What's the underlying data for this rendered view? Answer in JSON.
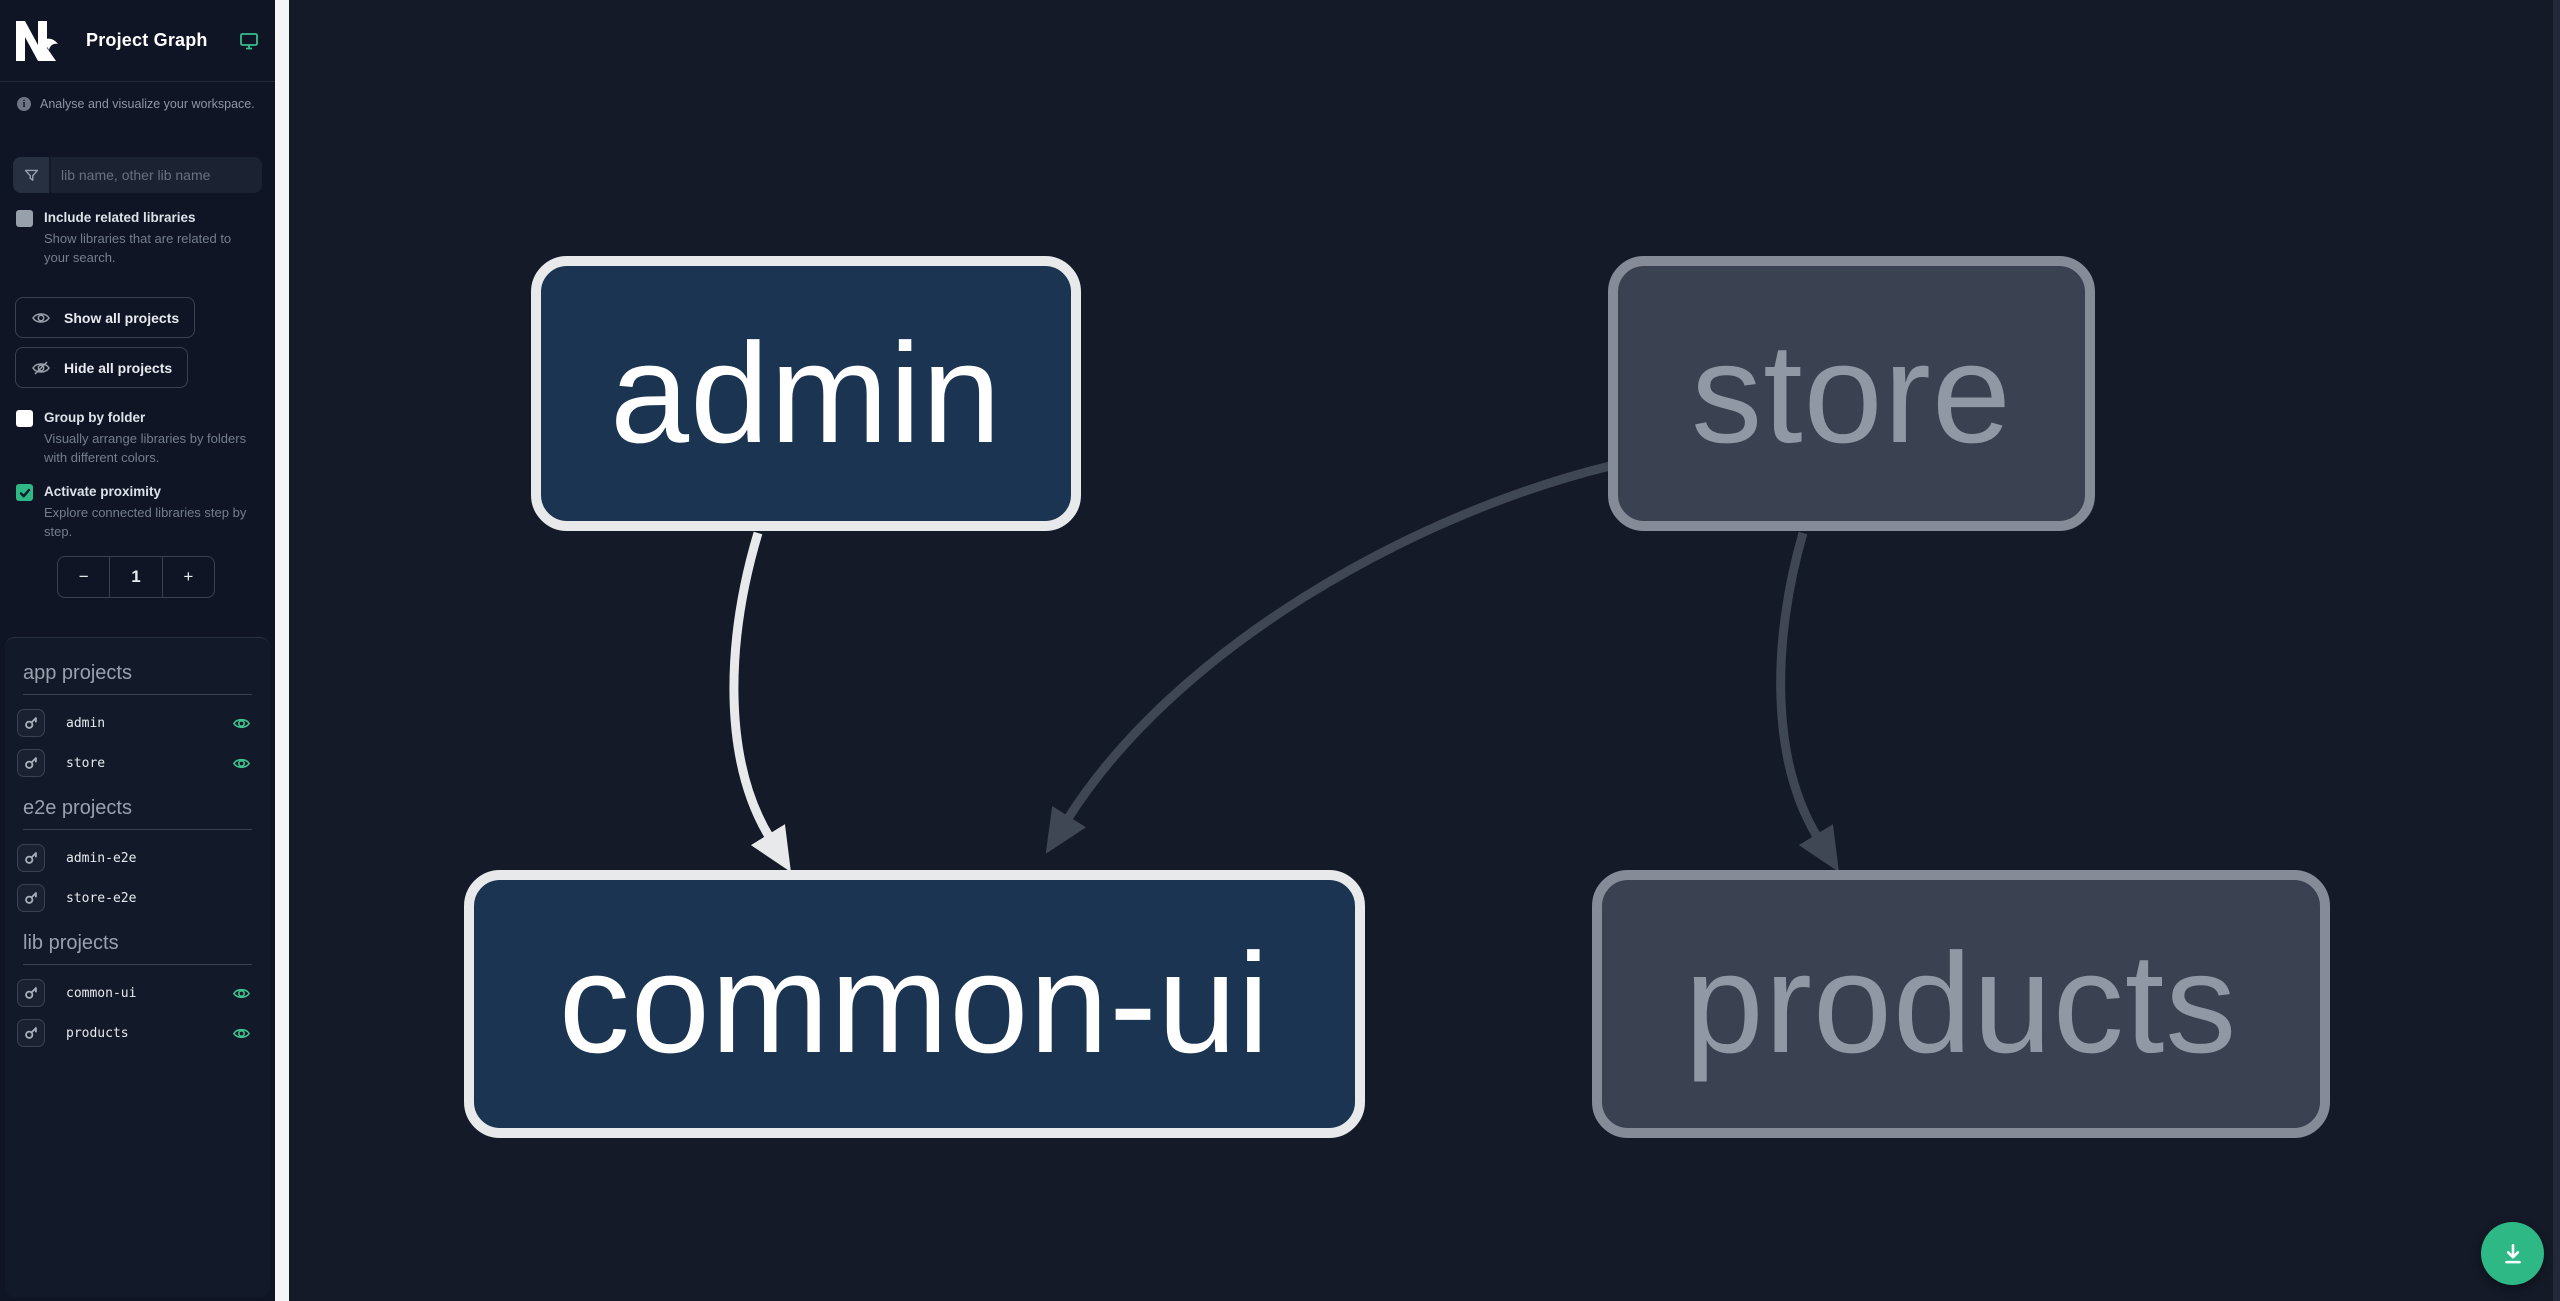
{
  "header": {
    "app_title": "Project Graph"
  },
  "sidebar": {
    "tagline": "Analyse and visualize your workspace.",
    "search_placeholder": "lib name, other lib name",
    "options": [
      {
        "label": "Include related libraries",
        "description": "Show libraries that are related to your search.",
        "checked": false,
        "checkbox_style": "gray"
      },
      {
        "label": "Group by folder",
        "description": "Visually arrange libraries by folders with different colors.",
        "checked": false,
        "checkbox_style": "white"
      },
      {
        "label": "Activate proximity",
        "description": "Explore connected libraries step by step.",
        "checked": true,
        "checkbox_style": "checked"
      }
    ],
    "show_all_label": "Show all projects",
    "hide_all_label": "Hide all projects",
    "counter": {
      "decrement": "−",
      "value": "1",
      "increment": "+"
    },
    "sections": [
      {
        "title": "app projects",
        "items": [
          {
            "name": "admin",
            "eye": true
          },
          {
            "name": "store",
            "eye": true
          }
        ]
      },
      {
        "title": "e2e projects",
        "items": [
          {
            "name": "admin-e2e",
            "eye": false
          },
          {
            "name": "store-e2e",
            "eye": false
          }
        ]
      },
      {
        "title": "lib projects",
        "items": [
          {
            "name": "common-ui",
            "eye": true
          },
          {
            "name": "products",
            "eye": true
          }
        ]
      }
    ]
  },
  "graph": {
    "nodes": [
      {
        "id": "admin",
        "label": "admin",
        "state": "highlighted"
      },
      {
        "id": "store",
        "label": "store",
        "state": "dimmed"
      },
      {
        "id": "common-ui",
        "label": "common-ui",
        "state": "highlighted"
      },
      {
        "id": "products",
        "label": "products",
        "state": "dimmed"
      }
    ],
    "edges": [
      {
        "from": "admin",
        "to": "common-ui",
        "state": "highlighted"
      },
      {
        "from": "store",
        "to": "common-ui",
        "state": "dimmed"
      },
      {
        "from": "store",
        "to": "products",
        "state": "dimmed"
      }
    ]
  },
  "fab": {
    "action": "download"
  },
  "colors": {
    "accent_green": "#2eb885",
    "eye_green": "#41c38f",
    "node_highlight_fill": "#1b3452",
    "node_highlight_border": "#e8e9eb",
    "node_dim_fill": "#3a4150",
    "node_dim_border": "#858c98",
    "edge_highlight": "#e8e9eb",
    "edge_dim": "#3f4654",
    "sidebar_bg": "#0f1524",
    "canvas_bg": "#141a28"
  }
}
